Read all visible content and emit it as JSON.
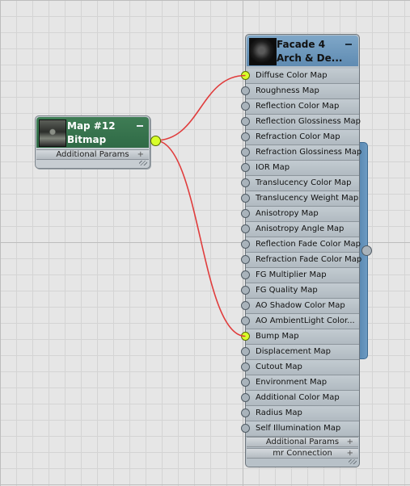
{
  "colors": {
    "wire": "#e03c3c",
    "socket_active": "#d8ff2a",
    "bitmap_header": "#2f6a46",
    "material_header": "#6a95bb",
    "canvas": "#e6e6e6"
  },
  "bitmap_node": {
    "title_line1": "Map #12",
    "title_line2": "Bitmap",
    "rollout_label": "Additional Params",
    "thumbnail_icon": "bitmap-thumbnail",
    "collapse_icon": "minus-icon"
  },
  "material_node": {
    "title_line1": "Facade 4",
    "title_line2": "Arch & De...",
    "thumbnail_icon": "material-sphere-thumbnail",
    "collapse_icon": "minus-icon",
    "slots": [
      {
        "label": "Diffuse Color Map",
        "connected": true
      },
      {
        "label": "Roughness Map",
        "connected": false
      },
      {
        "label": "Reflection Color Map",
        "connected": false
      },
      {
        "label": "Reflection Glossiness Map",
        "connected": false
      },
      {
        "label": "Refraction Color Map",
        "connected": false
      },
      {
        "label": "Refraction Glossiness Map",
        "connected": false
      },
      {
        "label": "IOR Map",
        "connected": false
      },
      {
        "label": "Translucency Color Map",
        "connected": false
      },
      {
        "label": "Translucency Weight Map",
        "connected": false
      },
      {
        "label": "Anisotropy Map",
        "connected": false
      },
      {
        "label": "Anisotropy Angle Map",
        "connected": false
      },
      {
        "label": "Reflection Fade Color Map",
        "connected": false
      },
      {
        "label": "Refraction Fade Color Map",
        "connected": false
      },
      {
        "label": "FG Multiplier Map",
        "connected": false
      },
      {
        "label": "FG Quality Map",
        "connected": false
      },
      {
        "label": "AO Shadow Color Map",
        "connected": false
      },
      {
        "label": "AO AmbientLight Color...",
        "connected": false
      },
      {
        "label": "Bump Map",
        "connected": true
      },
      {
        "label": "Displacement Map",
        "connected": false
      },
      {
        "label": "Cutout Map",
        "connected": false
      },
      {
        "label": "Environment Map",
        "connected": false
      },
      {
        "label": "Additional Color Map",
        "connected": false
      },
      {
        "label": "Radius Map",
        "connected": false
      },
      {
        "label": "Self Illumination Map",
        "connected": false
      }
    ],
    "rollouts": [
      "Additional Params",
      "mr Connection"
    ]
  }
}
